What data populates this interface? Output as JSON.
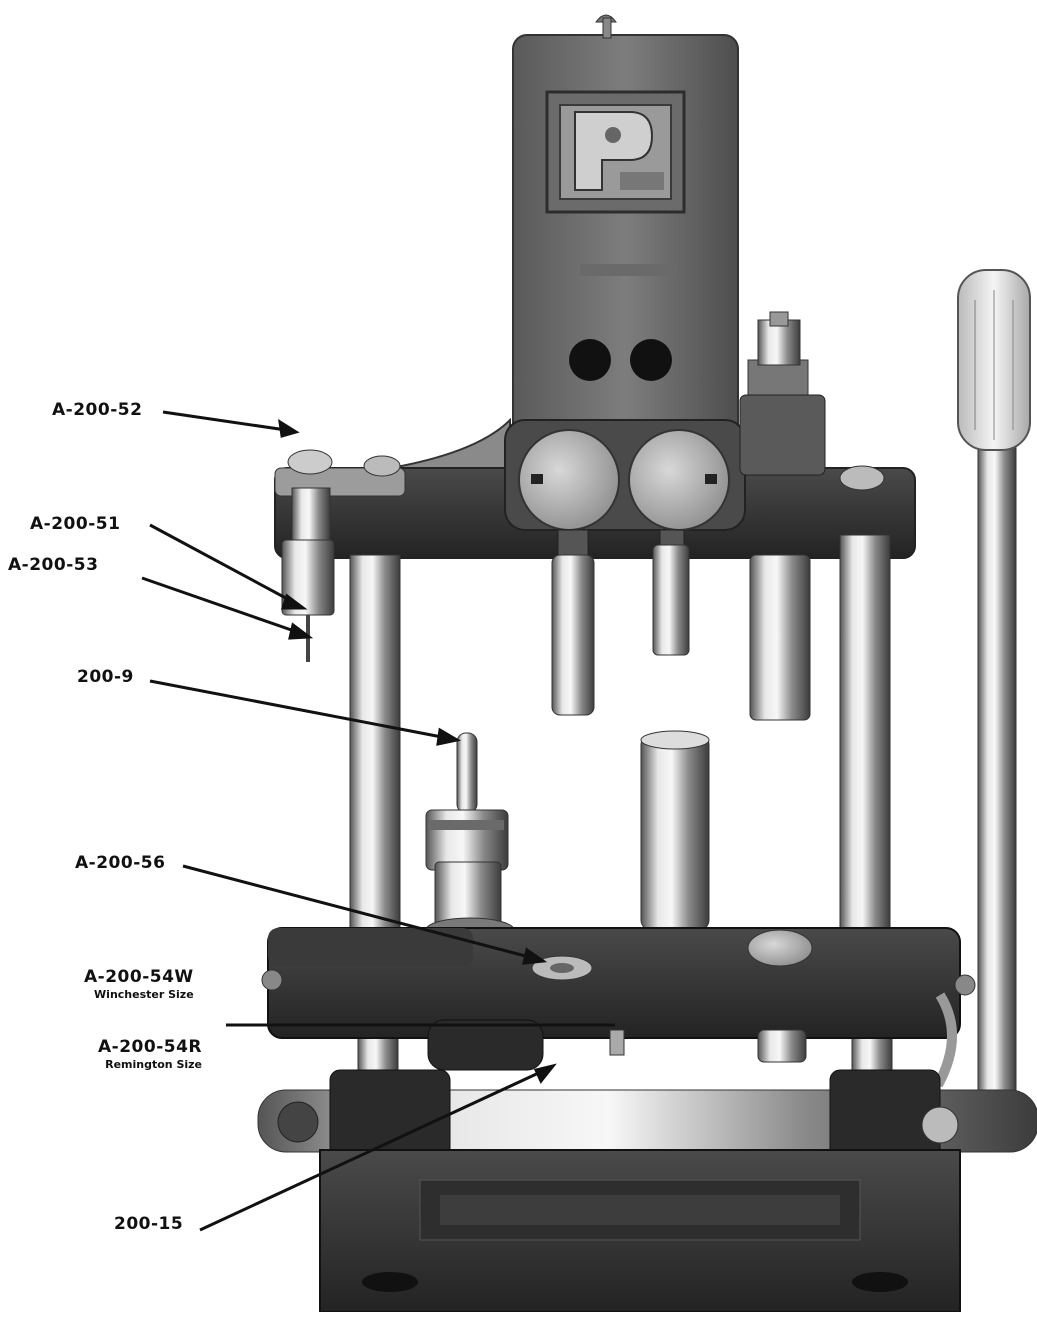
{
  "callouts": {
    "a20052": "A-200-52",
    "a20051": "A-200-51",
    "a20053": "A-200-53",
    "p2009": "200-9",
    "a20056": "A-200-56",
    "a20054w": "A-200-54W",
    "a20054w_note": "Winchester Size",
    "a20054r": "A-200-54R",
    "a20054r_note": "Remington Size",
    "p20015": "200-15"
  },
  "colors": {
    "background": "#ffffff",
    "label": "#111111",
    "metal_dark": "#3a3a3a",
    "metal_mid": "#6e6e6e",
    "metal_light": "#c8c8c8",
    "chrome_highlight": "#f0f0f0"
  },
  "icons": [
    "logo-p-icon"
  ]
}
